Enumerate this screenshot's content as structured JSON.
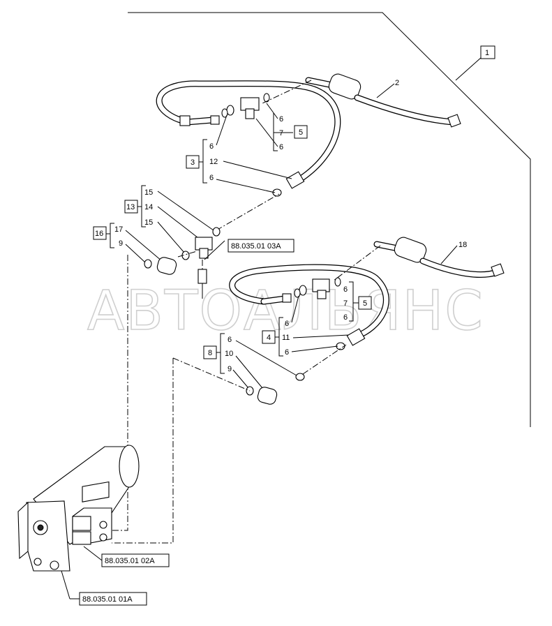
{
  "watermark": "АВТОАЛЬЯНС",
  "callouts": {
    "c1": "1",
    "c2": "2",
    "c3": "3",
    "c4": "4",
    "c5a": "5",
    "c5b": "5",
    "c8": "8",
    "c13": "13",
    "c16": "16",
    "c18": "18",
    "g5a": [
      "6",
      "7",
      "6"
    ],
    "g3": [
      "6",
      "12",
      "6"
    ],
    "g13": [
      "15",
      "14",
      "15"
    ],
    "g16": [
      "17",
      "9"
    ],
    "g5b": [
      "6",
      "7",
      "6"
    ],
    "g4": [
      "6",
      "11",
      "6"
    ],
    "g8": [
      "6",
      "10",
      "9"
    ]
  },
  "references": {
    "r03a": "88.035.01 03A",
    "r02a": "88.035.01 02A",
    "r01a": "88.035.01 01A"
  }
}
